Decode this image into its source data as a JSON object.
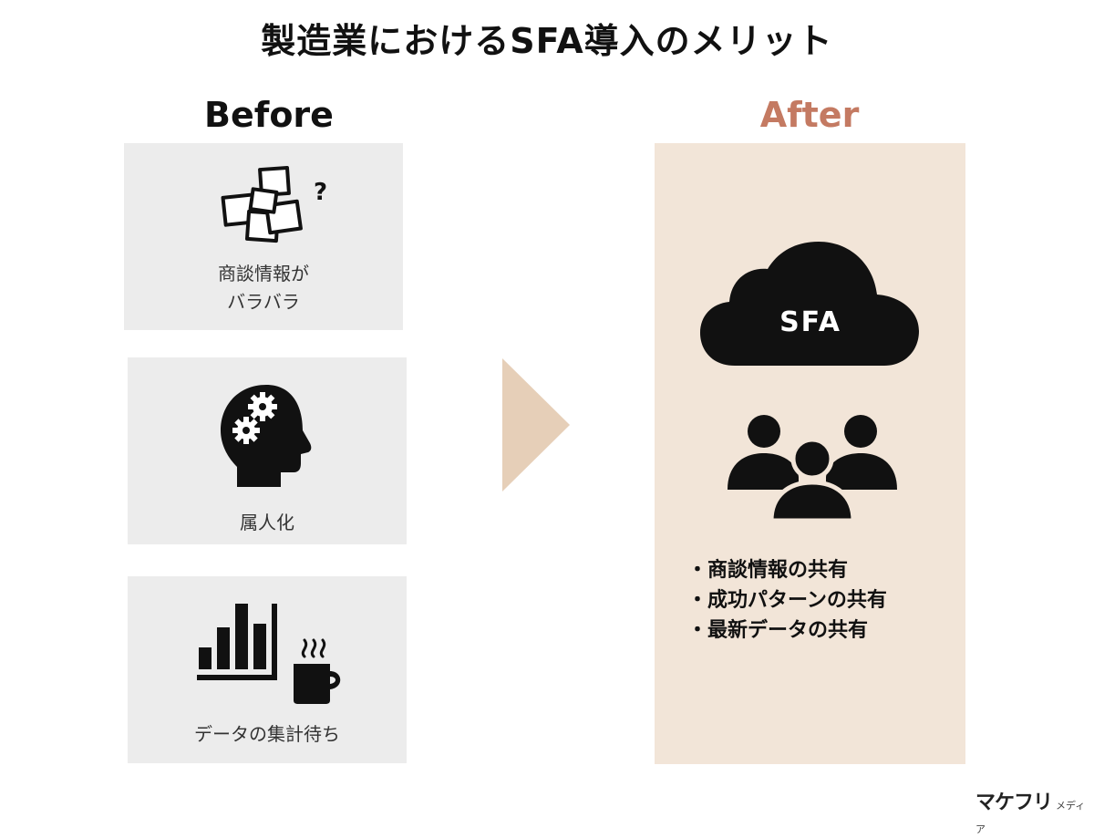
{
  "title": "製造業におけるSFA導入のメリット",
  "before": {
    "heading": "Before",
    "cards": [
      {
        "icon": "scattered-notes-icon",
        "label_line1": "商談情報が",
        "label_line2": "バラバラ",
        "question_mark": "?"
      },
      {
        "icon": "head-gears-icon",
        "label": "属人化"
      },
      {
        "icon": "bar-chart-coffee-icon",
        "label": "データの集計待ち"
      }
    ]
  },
  "after": {
    "heading": "After",
    "heading_color": "#c47a62",
    "panel_color": "#f2e5d8",
    "cloud_label": "SFA",
    "cloud_icon": "cloud-icon",
    "team_icon": "people-group-icon",
    "bullets": [
      "商談情報の共有",
      "成功パターンの共有",
      "最新データの共有"
    ]
  },
  "arrow": {
    "icon": "right-triangle-arrow-icon",
    "color": "#e6cfb8"
  },
  "logo": {
    "main": "マケフリ",
    "sub": "メディア"
  }
}
